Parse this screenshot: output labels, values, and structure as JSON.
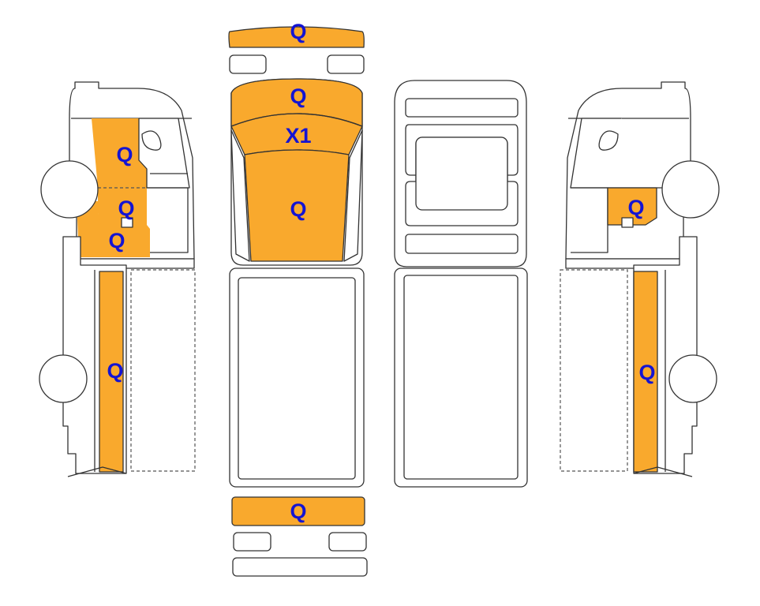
{
  "colors": {
    "damage_fill": "#f9a92d",
    "label_text": "#1414d2",
    "outline": "#333333"
  },
  "panels": {
    "front_bumper_top": {
      "label": "Q"
    },
    "hood": {
      "label": "Q"
    },
    "windshield": {
      "label": "X1"
    },
    "roof": {
      "label": "Q"
    },
    "rear_bumper": {
      "label": "Q"
    },
    "left_front_fender": {
      "label": "Q"
    },
    "left_door": {
      "label": "Q"
    },
    "left_rocker": {
      "label": "Q"
    },
    "left_bed_side": {
      "label": "Q"
    },
    "right_door": {
      "label": "Q"
    },
    "right_bed_side": {
      "label": "Q"
    }
  }
}
